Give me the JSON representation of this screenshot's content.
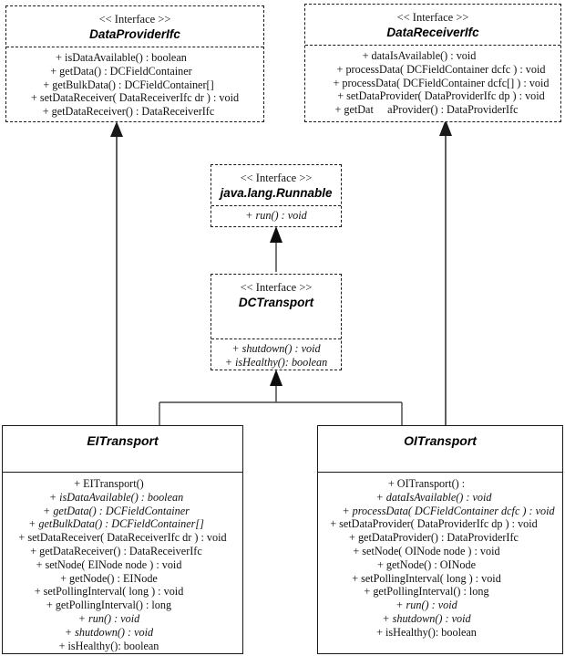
{
  "diagram": {
    "title": "DC Transport class diagram",
    "stereotype_label": "<< Interface >>",
    "line_color": "#1a1a1a"
  },
  "nodes": {
    "data_provider_ifc": {
      "kind": "interface",
      "stereotype": "<< Interface >>",
      "name": "DataProviderIfc",
      "members": [
        "+ isDataAvailable() : boolean",
        "+ getData() : DCFieldContainer",
        "+ getBulkData() : DCFieldContainer[]",
        "+ setDataReceiver( DataReceiverIfc dr ) : void",
        "+ getDataReceiver() : DataReceiverIfc"
      ]
    },
    "data_receiver_ifc": {
      "kind": "interface",
      "stereotype": "<< Interface >>",
      "name": "DataReceiverIfc",
      "members": [
        "+ dataIsAvailable() : void",
        "+ processData( DCFieldContainer dcfc ) : void",
        "+ processData( DCFieldContainer dcfc[] ) : void",
        "+ setDataProvider( DataProviderIfc dp ) : void",
        "+ getDat     aProvider() : DataProviderIfc"
      ]
    },
    "runnable": {
      "kind": "interface",
      "stereotype": "<< Interface >>",
      "name": "java.lang.Runnable",
      "members": [
        "+ run() : void"
      ]
    },
    "dc_transport": {
      "kind": "interface",
      "stereotype": "<< Interface >>",
      "name": "DCTransport",
      "members": [
        "+ shutdown() : void",
        "+ isHealthy(): boolean"
      ]
    },
    "ei_transport": {
      "kind": "class",
      "name": "EITransport",
      "members": [
        "+ EITransport()",
        "+ isDataAvailable() : boolean",
        "+ getData() : DCFieldContainer",
        "+ getBulkData() : DCFieldContainer[]",
        "+ setDataReceiver( DataReceiverIfc dr ) : void",
        "+ getDataReceiver() : DataReceiverIfc",
        "+ setNode( EINode node ) : void",
        "+ getNode() : EINode",
        "+ setPollingInterval( long ) : void",
        "+ getPollingInterval() : long",
        "+ run() : void",
        "+ shutdown() : void",
        "+ isHealthy(): boolean"
      ]
    },
    "oi_transport": {
      "kind": "class",
      "name": "OITransport",
      "members": [
        "+ OITransport() :",
        "+ dataIsAvailable() : void",
        "+ processData( DCFieldContainer dcfc ) : void",
        "+ setDataProvider( DataProviderIfc dp ) : void",
        "+ getDataProvider() : DataProviderIfc",
        "+ setNode( OINode node ) : void",
        "+ getNode() : OINode",
        "+ setPollingInterval( long ) : void",
        "+ getPollingInterval() : long",
        "+ run() : void",
        "+ shutdown() : void",
        "+ isHealthy(): boolean"
      ]
    }
  },
  "edges": [
    {
      "name": "ei-transport-realizes-data-provider-ifc",
      "from": "ei_transport",
      "to": "data_provider_ifc",
      "type": "realization"
    },
    {
      "name": "oi-transport-realizes-data-receiver-ifc",
      "from": "oi_transport",
      "to": "data_receiver_ifc",
      "type": "realization"
    },
    {
      "name": "dc-transport-extends-runnable",
      "from": "dc_transport",
      "to": "runnable",
      "type": "generalization"
    },
    {
      "name": "transports-realize-dc-transport",
      "from": "ei_transport,oi_transport",
      "to": "dc_transport",
      "type": "realization"
    }
  ]
}
